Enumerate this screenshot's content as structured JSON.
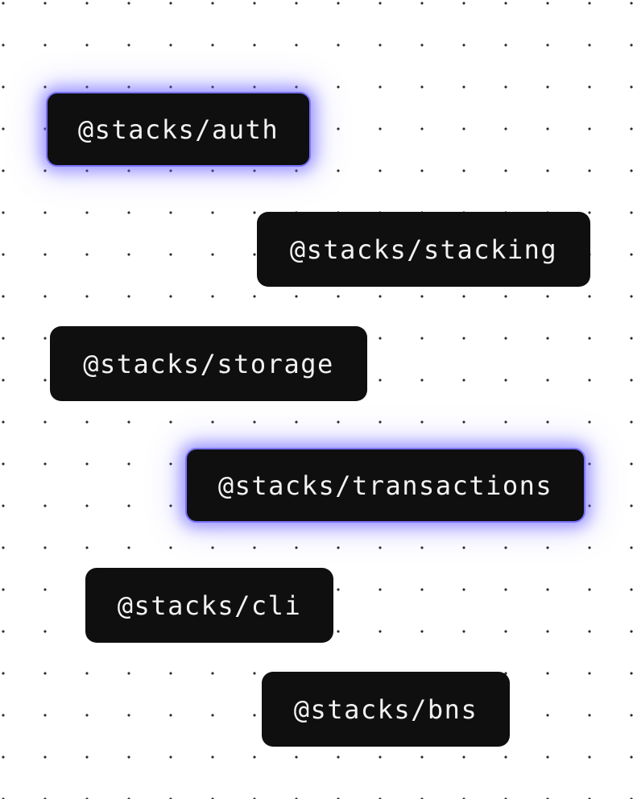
{
  "packages": [
    {
      "id": "auth",
      "label": "@stacks/auth",
      "highlighted": true
    },
    {
      "id": "stacking",
      "label": "@stacks/stacking",
      "highlighted": false
    },
    {
      "id": "storage",
      "label": "@stacks/storage",
      "highlighted": false
    },
    {
      "id": "transactions",
      "label": "@stacks/transactions",
      "highlighted": true
    },
    {
      "id": "cli",
      "label": "@stacks/cli",
      "highlighted": false
    },
    {
      "id": "bns",
      "label": "@stacks/bns",
      "highlighted": false
    }
  ],
  "colors": {
    "card_background": "#0f0f0f",
    "card_text": "#f2f2f2",
    "highlight_glow": "#7b74ff",
    "background": "#ffffff",
    "dot": "#2a2a2a"
  }
}
